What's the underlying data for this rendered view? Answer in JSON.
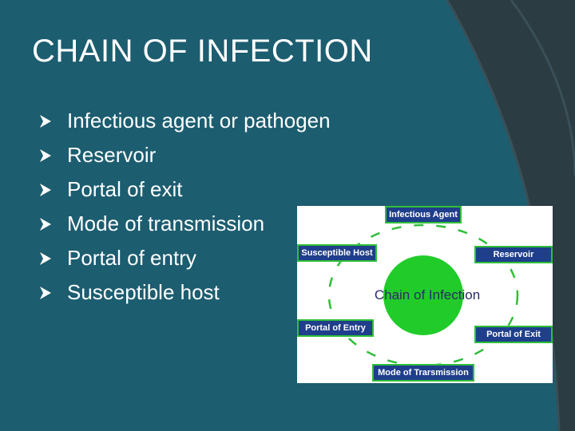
{
  "slide": {
    "title": "CHAIN OF INFECTION",
    "bullets": [
      "Infectious agent or pathogen",
      "Reservoir",
      "Portal of exit",
      "Mode of transmission",
      "Portal of entry",
      "Susceptible host"
    ]
  },
  "diagram": {
    "center": "Chain of Infection",
    "nodes": {
      "infectious_agent": "Infectious Agent",
      "reservoir": "Reservoir",
      "portal_of_exit": "Portal of Exit",
      "mode_of_transmission": "Mode of Trarsmission",
      "portal_of_entry": "Portal of Entry",
      "susceptible_host": "Susceptible Host"
    }
  },
  "colors": {
    "background": "#2b3c43",
    "panel": "#1c5d70",
    "box_fill": "#1f3e8c",
    "box_border": "#2fbf3a",
    "circle": "#21cc2a"
  },
  "icons": {
    "bullet": "arrow-bullet-icon"
  }
}
